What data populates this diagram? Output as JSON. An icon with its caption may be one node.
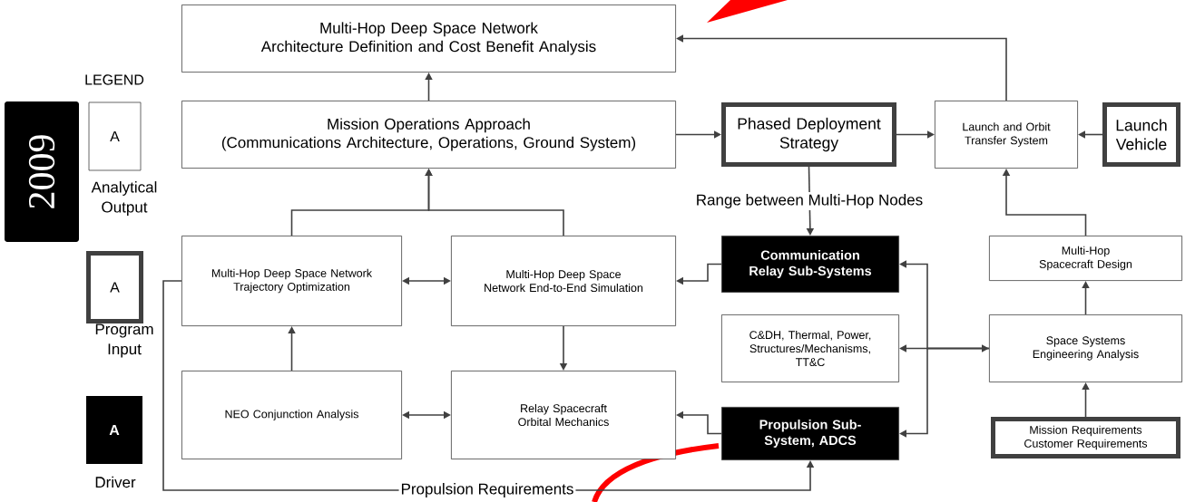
{
  "diagram": {
    "nodes": [
      {
        "text": [
          "Multi-Hop Deep Space Network",
          "Architecture Definition and Cost Benefit Analysis"
        ]
      },
      {
        "text": [
          "Mission Operations Approach",
          "(Communications Architecture, Operations, Ground System)"
        ]
      },
      {
        "text": [
          "Phased Deployment Strategy"
        ]
      },
      {
        "text": [
          "Launch and Orbit Transfer System"
        ]
      },
      {
        "text": [
          "Launch Vehicle"
        ]
      },
      {
        "text": [
          "Multi-Hop Deep Space Network Trajectory Optimization"
        ]
      },
      {
        "text": [
          "Multi-Hop Deep Space Network End-to-End Simulation"
        ]
      },
      {
        "text": [
          "Communication Relay Sub-Systems"
        ]
      },
      {
        "text": [
          "Multi-Hop Spacecraft Design"
        ]
      },
      {
        "text": [
          "C&DH, Thermal, Power, Structures/Mechanisms, TT&C"
        ]
      },
      {
        "text": [
          "Space Systems Engineering Analysis"
        ]
      },
      {
        "text": [
          "NEO Conjunction Analysis"
        ]
      },
      {
        "text": [
          "Relay Spacecraft Orbital Mechanics"
        ]
      },
      {
        "text": [
          "Propulsion Sub-System, ADCS"
        ]
      },
      {
        "text": [
          "Mission Requirements",
          "Customer Requirements"
        ]
      }
    ],
    "edges": [
      {
        "from": 1,
        "to": 0,
        "arrow": "to"
      },
      {
        "from": 3,
        "to": 0,
        "arrow": "to"
      },
      {
        "from": 1,
        "to": 2,
        "arrow": "to"
      },
      {
        "from": 2,
        "to": 3,
        "arrow": "to"
      },
      {
        "from": 4,
        "to": 3,
        "arrow": "to"
      },
      {
        "from": 8,
        "to": 3,
        "arrow": "to"
      },
      {
        "from": 10,
        "to": 8,
        "arrow": "to"
      },
      {
        "from": 14,
        "to": 10,
        "arrow": "to"
      },
      {
        "from": 2,
        "to": 7,
        "arrow": "to",
        "label": "Range between Multi-Hop Nodes"
      },
      {
        "from": 7,
        "to": 6,
        "arrow": "to"
      },
      {
        "from": 13,
        "to": 12,
        "arrow": "to"
      },
      {
        "from": 5,
        "to": 1,
        "arrow": "to"
      },
      {
        "from": 6,
        "to": 1,
        "arrow": "to"
      },
      {
        "from": 5,
        "to": 6,
        "arrow": "both"
      },
      {
        "from": 11,
        "to": 5,
        "arrow": "to"
      },
      {
        "from": 6,
        "to": 12,
        "arrow": "to"
      },
      {
        "from": 11,
        "to": 12,
        "arrow": "both"
      },
      {
        "from": 9,
        "to": 10,
        "arrow": "both"
      },
      {
        "from": 10,
        "to": 7,
        "arrow": "to"
      },
      {
        "from": 10,
        "to": 13,
        "arrow": "to"
      },
      {
        "from": 5,
        "to": 13,
        "arrow": "to",
        "label": "Propulsion Requirements"
      }
    ],
    "labels": [
      "LEGEND",
      "2009",
      "A",
      "A",
      "A"
    ],
    "legend": [
      {
        "text": "Analytical Output"
      },
      {
        "text": "Program Input"
      },
      {
        "text": "Driver"
      }
    ]
  }
}
